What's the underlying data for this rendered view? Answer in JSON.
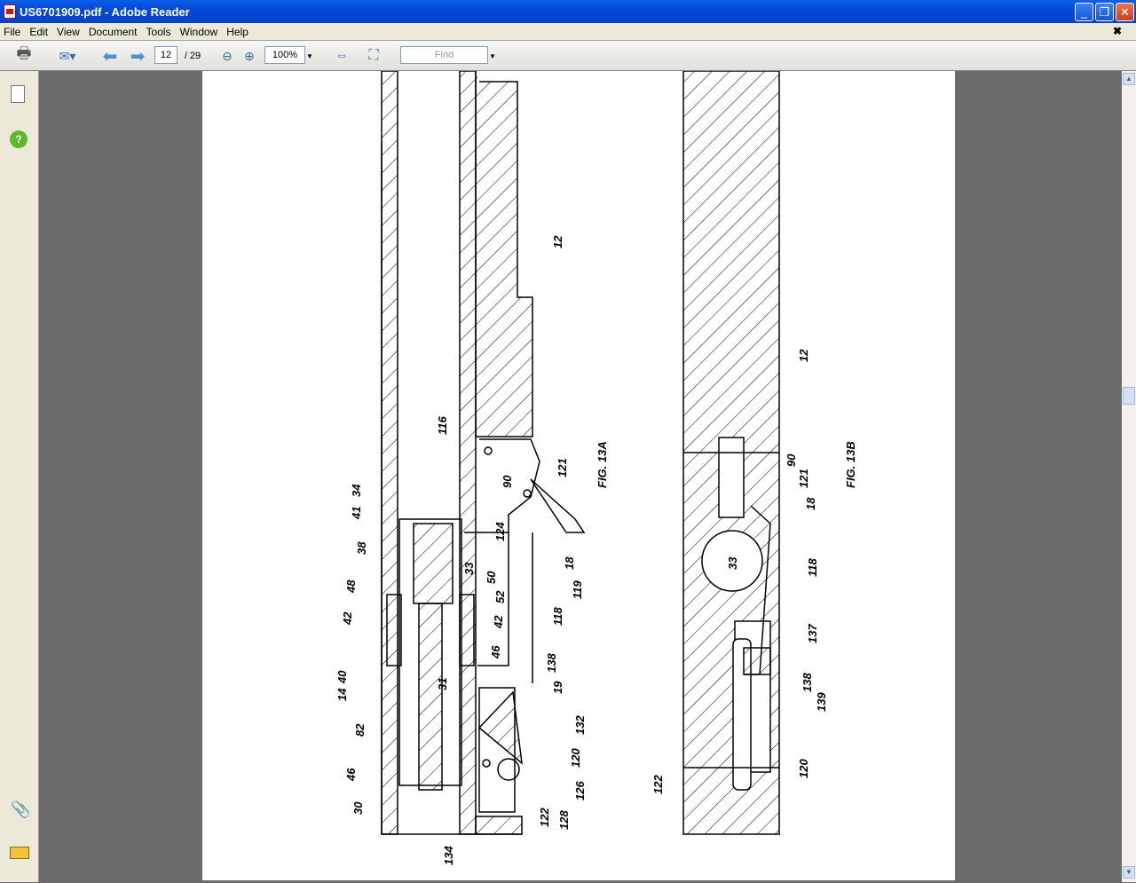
{
  "window": {
    "title": "US6701909.pdf - Adobe Reader"
  },
  "menu": [
    "File",
    "Edit",
    "View",
    "Document",
    "Tools",
    "Window",
    "Help"
  ],
  "toolbar": {
    "page_current": "12",
    "page_total": "/ 29",
    "zoom": "100%",
    "find_placeholder": "Find"
  },
  "icons": [
    "print-icon",
    "email-icon",
    "prev-page-icon",
    "next-page-icon",
    "zoom-out-icon",
    "zoom-in-icon",
    "fit-width-icon",
    "fit-page-icon",
    "pages-icon",
    "help-icon",
    "attachment-icon",
    "comments-icon"
  ],
  "figure_a": {
    "caption": "FIG. 13A",
    "labels": [
      "116",
      "12",
      "34",
      "41",
      "38",
      "48",
      "42",
      "40",
      "14",
      "82",
      "46",
      "30",
      "134",
      "33",
      "50",
      "52",
      "42",
      "46",
      "31",
      "138",
      "19",
      "132",
      "120",
      "126",
      "128",
      "122",
      "90",
      "121",
      "124",
      "18",
      "119",
      "118"
    ]
  },
  "figure_b": {
    "caption": "FIG. 13B",
    "labels": [
      "12",
      "90",
      "121",
      "18",
      "33",
      "118",
      "137",
      "138",
      "139",
      "120",
      "122"
    ]
  }
}
